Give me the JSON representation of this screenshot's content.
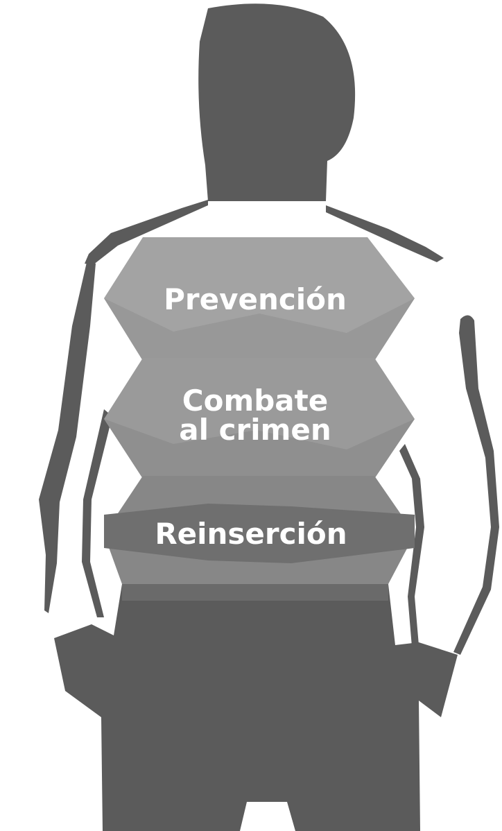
{
  "figure": {
    "levels": [
      {
        "id": "prevencion",
        "lines": [
          "Prevención"
        ],
        "color": "#a3a3a3"
      },
      {
        "id": "combate",
        "lines": [
          "Combate",
          "al crimen"
        ],
        "color": "#9a9a9a"
      },
      {
        "id": "reinsercion",
        "lines": [
          "Reinserción"
        ],
        "color": "#878787"
      }
    ],
    "colors": {
      "silhouette": "#5b5b5b",
      "shirt": "#ffffff",
      "text": "#ffffff"
    }
  }
}
